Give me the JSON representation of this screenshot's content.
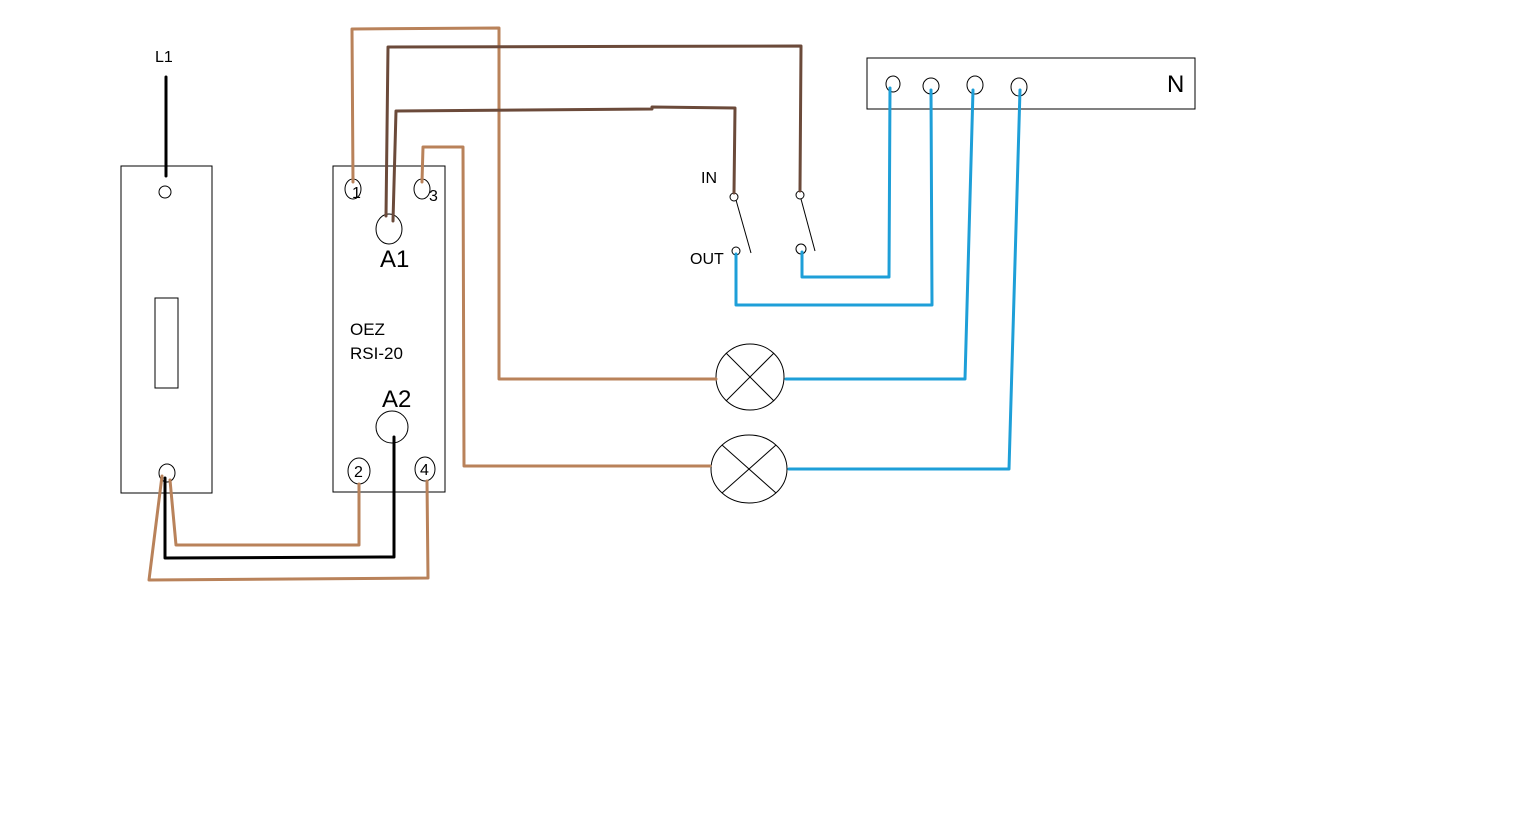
{
  "labels": {
    "supply_line": "L1",
    "neutral_bar": "N",
    "relay_maker": "OEZ",
    "relay_model": "RSI-20",
    "coil_a1": "A1",
    "coil_a2": "A2",
    "relay_terminal_1": "1",
    "relay_terminal_2": "2",
    "relay_terminal_3": "3",
    "relay_terminal_4": "4",
    "switch_in": "IN",
    "switch_out": "OUT"
  },
  "colors": {
    "background": "#ffffff",
    "outline": "#000000",
    "wire_brown_light": "#b9825a",
    "wire_brown_dark": "#6b4a3a",
    "wire_blue": "#1e9fd8",
    "wire_black": "#000000"
  }
}
